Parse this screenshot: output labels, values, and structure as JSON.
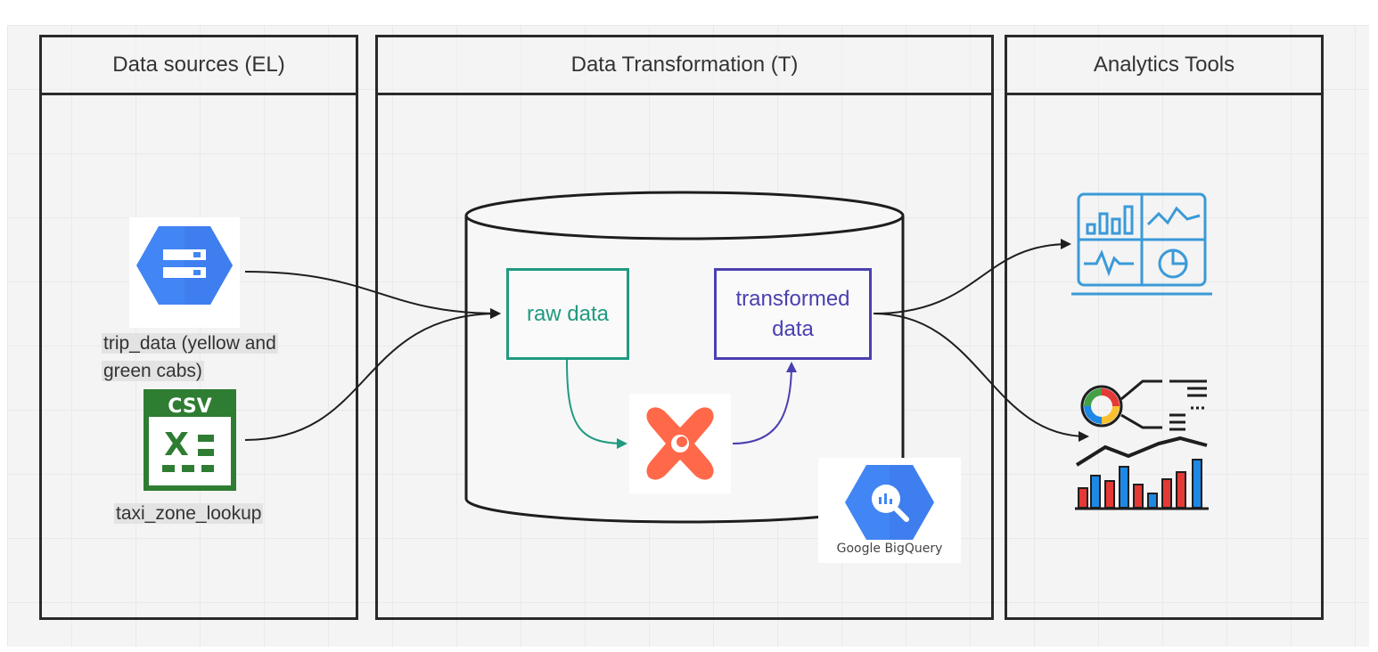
{
  "panels": {
    "sources": {
      "title": "Data sources (EL)"
    },
    "transform": {
      "title": "Data Transformation (T)"
    },
    "analytics": {
      "title": "Analytics Tools"
    }
  },
  "sources": {
    "trip_data": {
      "label_line1": "trip_data (yellow and",
      "label_line2": "green cabs)",
      "icon": "cloud-storage-icon"
    },
    "taxi_zone": {
      "label": "taxi_zone_lookup",
      "icon": "csv-excel-icon",
      "badge": "CSV",
      "letter": "X"
    }
  },
  "warehouse": {
    "raw": {
      "label": "raw data"
    },
    "transformed": {
      "label_line1": "transformed",
      "label_line2": "data"
    },
    "tool_icon": "dbt-icon",
    "bigquery": {
      "label": "Google BigQuery",
      "icon": "bigquery-icon"
    }
  },
  "analytics": {
    "dashboard_icon": "dashboard-icon",
    "report_icon": "report-chart-icon"
  },
  "colors": {
    "border": "#2a2a2a",
    "raw": "#1f9a80",
    "transformed": "#4a40b0",
    "gcp_blue": "#4285f4",
    "csv_green": "#2e7d32",
    "dbt_orange": "#ff694a",
    "dashboard_blue": "#3a9ad9"
  }
}
